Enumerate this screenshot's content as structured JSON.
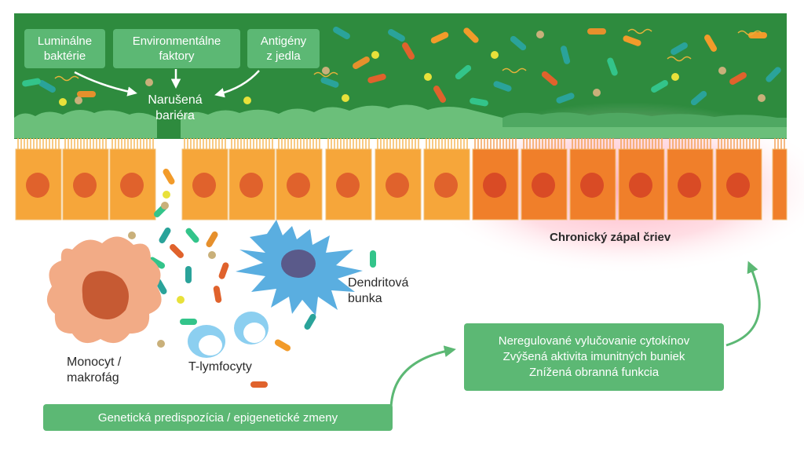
{
  "source_boxes": {
    "luminal": [
      "Luminálne",
      "baktérie"
    ],
    "environmental": [
      "Environmentálne",
      "faktory"
    ],
    "antigens": [
      "Antigény",
      "z jedla"
    ]
  },
  "barrier_label": [
    "Narušená",
    "bariéra"
  ],
  "inflammation_label": "Chronický zápal čriev",
  "cells": {
    "dendritic": [
      "Dendritová",
      "bunka"
    ],
    "monocyte": [
      "Monocyt /",
      "makrofág"
    ],
    "tcells": "T-lymfocyty"
  },
  "effects_box": [
    "Neregulované vylučovanie cytokínov",
    "Zvýšená aktivita imunitných buniek",
    "Znížená obranná funkcia"
  ],
  "genetic_box": "Genetická predispozícia / epigenetické zmeny",
  "colors": {
    "lumen": "#2e8b3e",
    "mucus": "#6bbf7a",
    "box": "#5cb874",
    "cell": "#f6a63a",
    "cell_inflamed": "#f07f2a",
    "nucleus": "#e0622c",
    "dendritic": "#5aaee0",
    "macrophage": "#f2ab86"
  }
}
